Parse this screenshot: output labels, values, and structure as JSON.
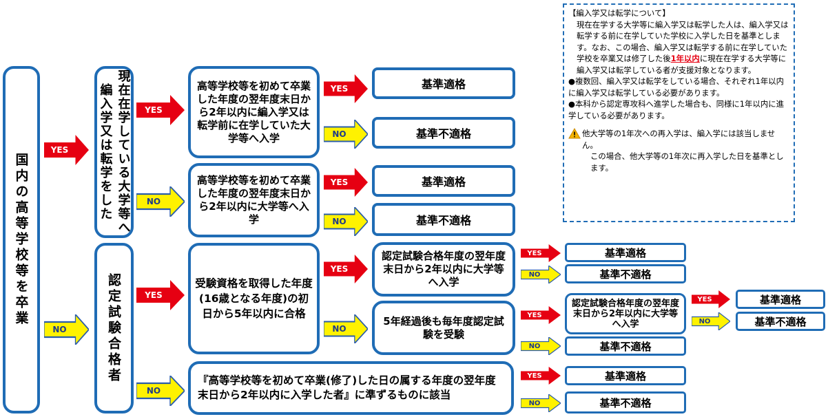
{
  "diagram": {
    "root": "国内の高等学校等を卒業",
    "branch_transfer": "現在在学している大学等へ編入学又は転学をした",
    "branch_exam": "認定試験合格者",
    "q_transfer": "高等学校等を初めて卒業した年度の翌年度末日から2年以内に編入学又は転学前に在学していた大学等へ入学",
    "q_direct": "高等学校等を初めて卒業した年度の翌年度末日から2年以内に大学等へ入学",
    "q_exam": "受験資格を取得した年度(16歳となる年度)の初日から5年以内に合格",
    "q_exam_enroll": "認定試験合格年度の翌年度末日から2年以内に大学等へ入学",
    "q_five_years": "5年経過後も毎年度認定試験を受験",
    "q_exam_enroll2": "認定試験合格年度の翌年度末日から2年以内に大学等へ入学",
    "q_equivalent": "『高等学校等を初めて卒業(修了)した日の属する年度の翌年度末日から2年以内に入学した者』に準ずるものに該当",
    "pass": "基準適格",
    "fail": "基準不適格"
  },
  "labels": {
    "yes": "YES",
    "no": "NO"
  },
  "note": {
    "title": "【編入学又は転学について】",
    "p1_a": "現在在学する大学等に編入学又は転学した人は、編入学又は転学する前に在学していた学校に入学した日を基準とします。なお、この場合、編入学又は転学する前に在学していた学校を卒業又は修了した後",
    "p1_red": "1年以内",
    "p1_b": "に現在在学する大学等に編入学又は転学している者が支援対象となります。",
    "b1": "●複数回、編入学又は転学をしている場合、それぞれ1年以内に編入学又は転学している必要があります。",
    "b2": "●本科から認定専攻科へ進学した場合も、同様に1年以内に進学している必要があります。",
    "w1": "他大学等の1年次への再入学は、編入学には該当しません。",
    "w2": "この場合、他大学等の1年次に再入学した日を基準とします。"
  },
  "colors": {
    "border": "#1f6cb5",
    "yes": "#e60012",
    "no": "#fff200",
    "red_text": "#e60012"
  }
}
